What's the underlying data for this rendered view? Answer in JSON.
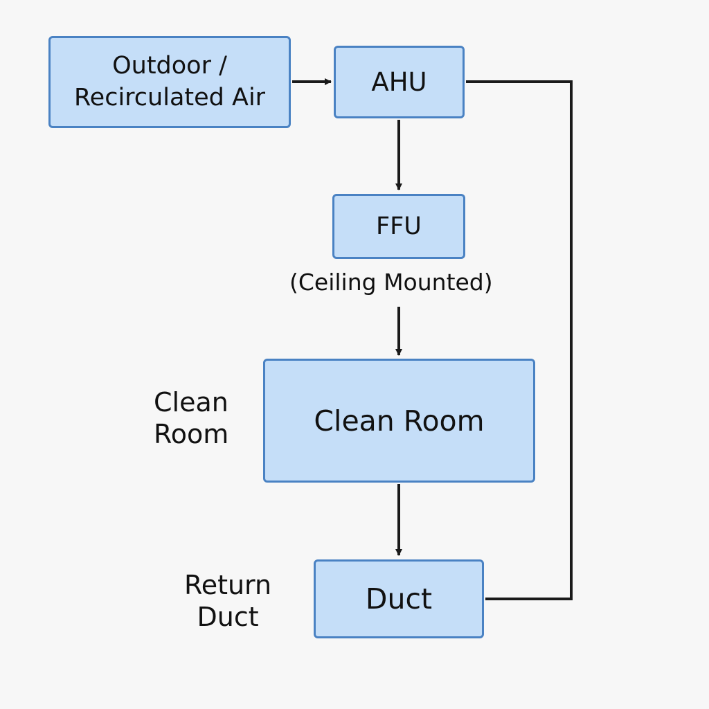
{
  "diagram": {
    "nodes": {
      "outdoor": {
        "label": "Outdoor  /\nRecirculated Air"
      },
      "ahu": {
        "label": "AHU"
      },
      "ffu": {
        "label": "FFU"
      },
      "clean_room": {
        "label": "Clean Room"
      },
      "duct": {
        "label": "Duct"
      }
    },
    "annotations": {
      "ffu_caption": "(Ceiling Mounted)",
      "clean_room_side": "Clean\nRoom",
      "duct_side": "Return\nDuct"
    },
    "edges": [
      {
        "from": "outdoor",
        "to": "ahu",
        "arrow": true
      },
      {
        "from": "ahu",
        "to": "ffu",
        "arrow": true
      },
      {
        "from": "ffu",
        "to": "clean_room",
        "arrow": true
      },
      {
        "from": "clean_room",
        "to": "duct",
        "arrow": true
      },
      {
        "from": "duct",
        "to": "ahu",
        "arrow": false
      }
    ]
  },
  "colors": {
    "node_fill": "#c5def8",
    "node_border": "#4a82c3",
    "connector": "#1a1a1a",
    "background": "#f7f7f7"
  }
}
